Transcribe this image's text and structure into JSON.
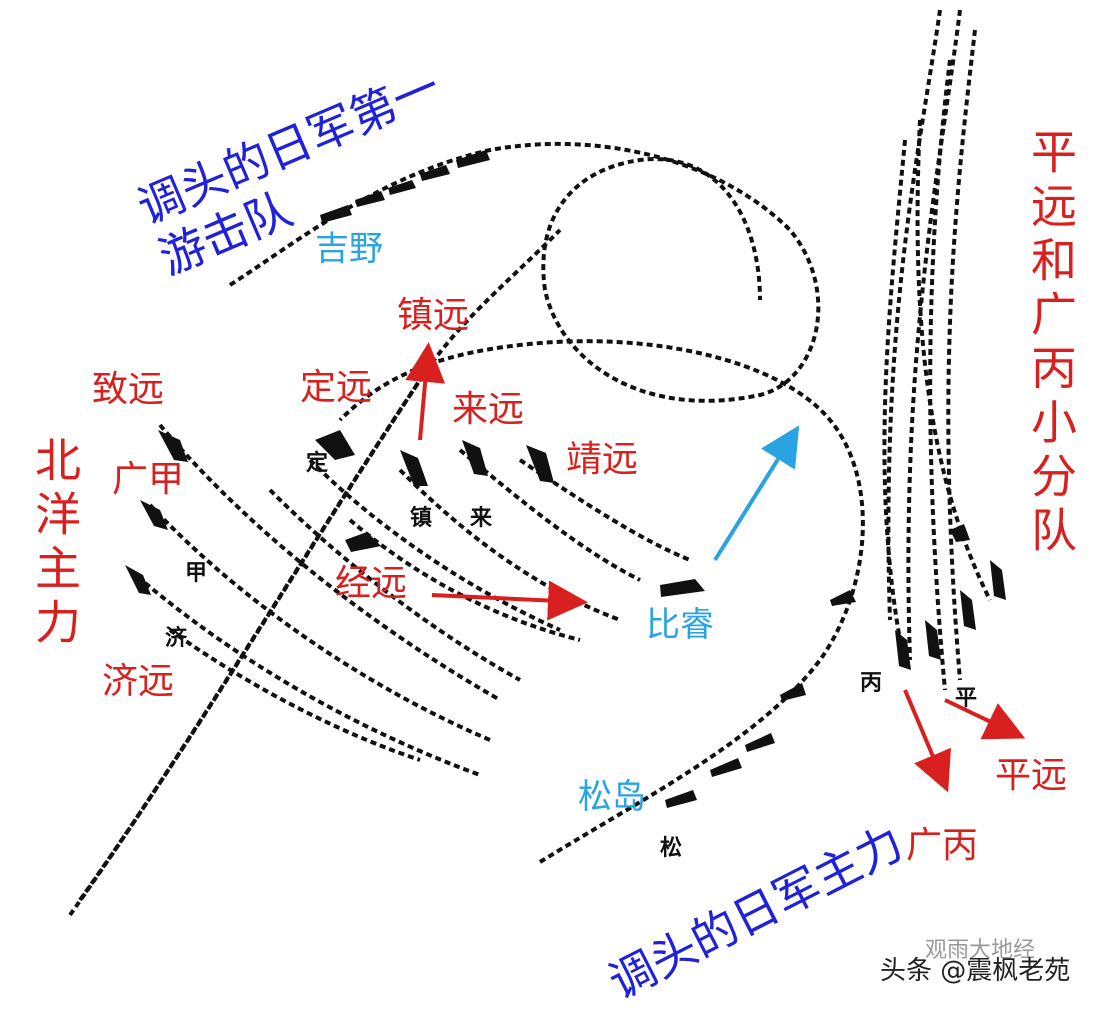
{
  "labels": {
    "north_main": "北洋主力",
    "zhiyuan": "致远",
    "guangjia": "广甲",
    "jiyuan": "济远",
    "dingyuan": "定远",
    "zhenyuan": "镇远",
    "laiyuan": "来远",
    "jingyuan_a": "靖远",
    "jingyuan_b": "经远",
    "pingyuan_group": "平远和广丙小分队",
    "pingyuan": "平远",
    "guangbing": "广丙",
    "yoshino": "吉野",
    "hiei": "比睿",
    "matsushima": "松岛",
    "jp_flying": "调头的日军第一游击队",
    "jp_main": "调头的日军主力",
    "ship_marks": [
      "定",
      "镇",
      "来",
      "甲",
      "济",
      "丙",
      "平",
      "松"
    ]
  },
  "watermark": {
    "text": "头条 @震枫老苑",
    "faint": "观雨大地经"
  },
  "colors": {
    "chinese_fleet": "#d8201f",
    "japanese_ships": "#2aa3e3",
    "japanese_groups": "#1f22d8",
    "tracks": "#111111"
  }
}
